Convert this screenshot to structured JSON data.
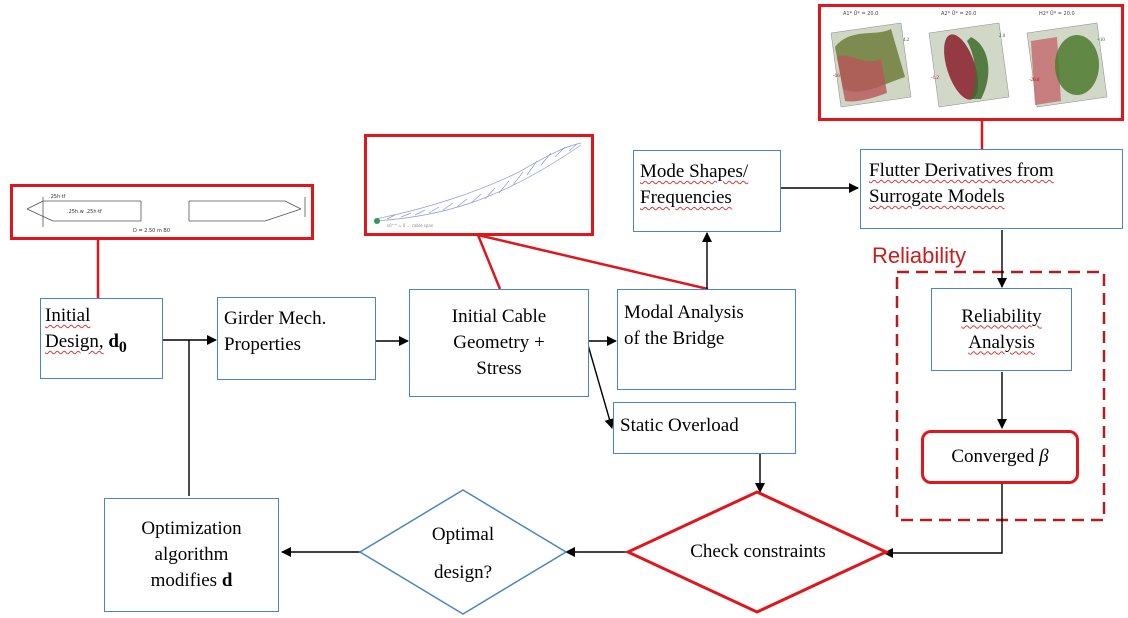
{
  "boxes": {
    "initial_design": {
      "line1": "Initial",
      "line2": "Design,",
      "symbol": "d",
      "subscript": "0"
    },
    "girder": {
      "line1": "Girder Mech.",
      "line2": "Properties"
    },
    "cable": {
      "line1": "Initial Cable",
      "line2": "Geometry +",
      "line3": "Stress"
    },
    "modal": {
      "line1": "Modal Analysis",
      "line2": "of the Bridge"
    },
    "mode_shapes": {
      "line1": "Mode Shapes/",
      "line2": "Frequencies"
    },
    "flutter": {
      "line1": "Flutter Derivatives from",
      "line2": "Surrogate Models"
    },
    "static_overload": {
      "label": "Static Overload"
    },
    "reliability_analysis": {
      "line1": "Reliability",
      "line2": "Analysis"
    },
    "converged": {
      "label": "Converged",
      "symbol": "β"
    },
    "optimization": {
      "line1": "Optimization",
      "line2": "algorithm",
      "line3": "modifies",
      "symbol": "d"
    }
  },
  "diamonds": {
    "check": {
      "label": "Check constraints"
    },
    "optimal": {
      "line1": "Optimal",
      "line2": "design?"
    }
  },
  "group": {
    "reliability_label": "Reliability"
  },
  "thumbnails": {
    "section_icon": "girder-cross-section-drawing",
    "cable_icon": "cable-geometry-plot",
    "surrogate_icon": "flutter-surrogate-surface-plots"
  },
  "colors": {
    "box_border": "#4a86c5",
    "highlight": "#e0161d",
    "dashed": "#b01e1e",
    "label": "#c81e1e"
  }
}
